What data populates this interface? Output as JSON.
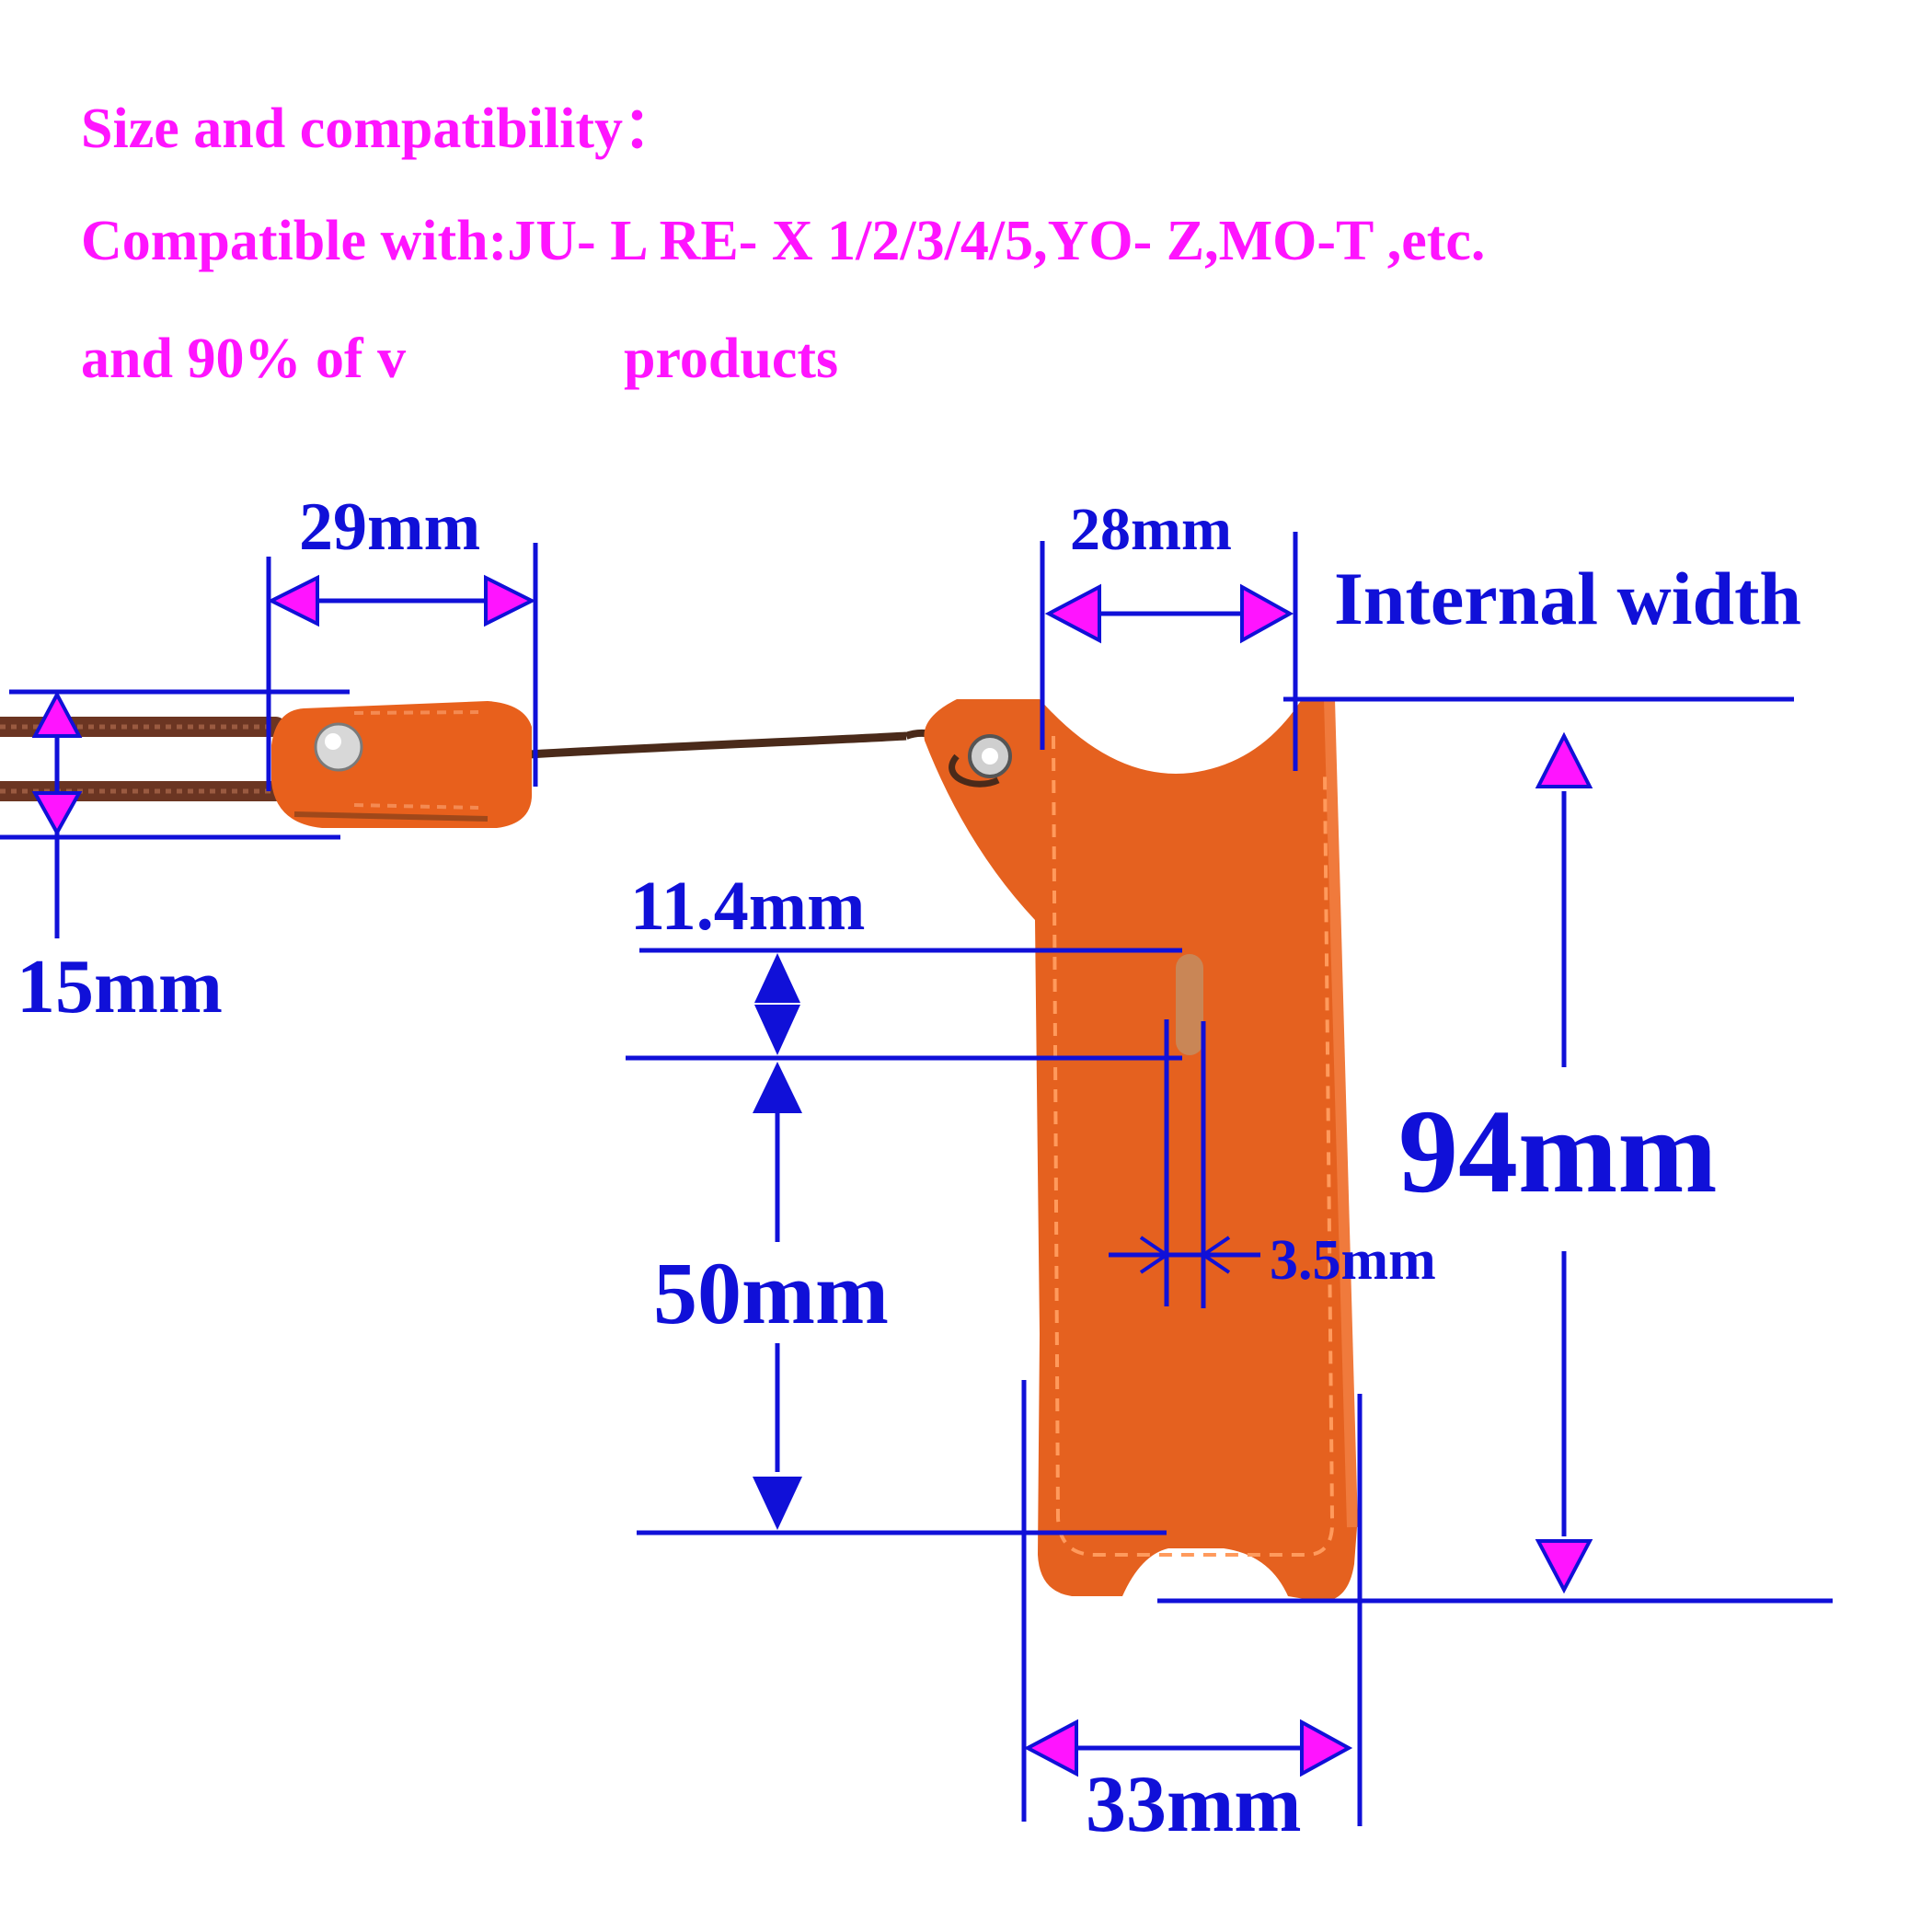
{
  "header": {
    "title": "Size and compatibility：",
    "line2": "Compatible with:JU-   L RE-   X 1/2/3/4/5,YO-   Z,MO-T  ,etc.",
    "line3a": "and 90% of v",
    "line3b": "products"
  },
  "dims": {
    "cord_clip_length": "29mm",
    "cord_clip_height": "15mm",
    "internal_width_value": "28mm",
    "internal_width_label": "Internal width",
    "length": "94mm",
    "slot_length": "11.4mm",
    "slot_offset": "50mm",
    "slot_width": "3.5mm",
    "bottom_width": "33mm"
  },
  "colors": {
    "heading_text": "#ff14ff",
    "dimension_text": "#1010d8",
    "leather": "#e5611f",
    "cord": "#6b3522"
  }
}
